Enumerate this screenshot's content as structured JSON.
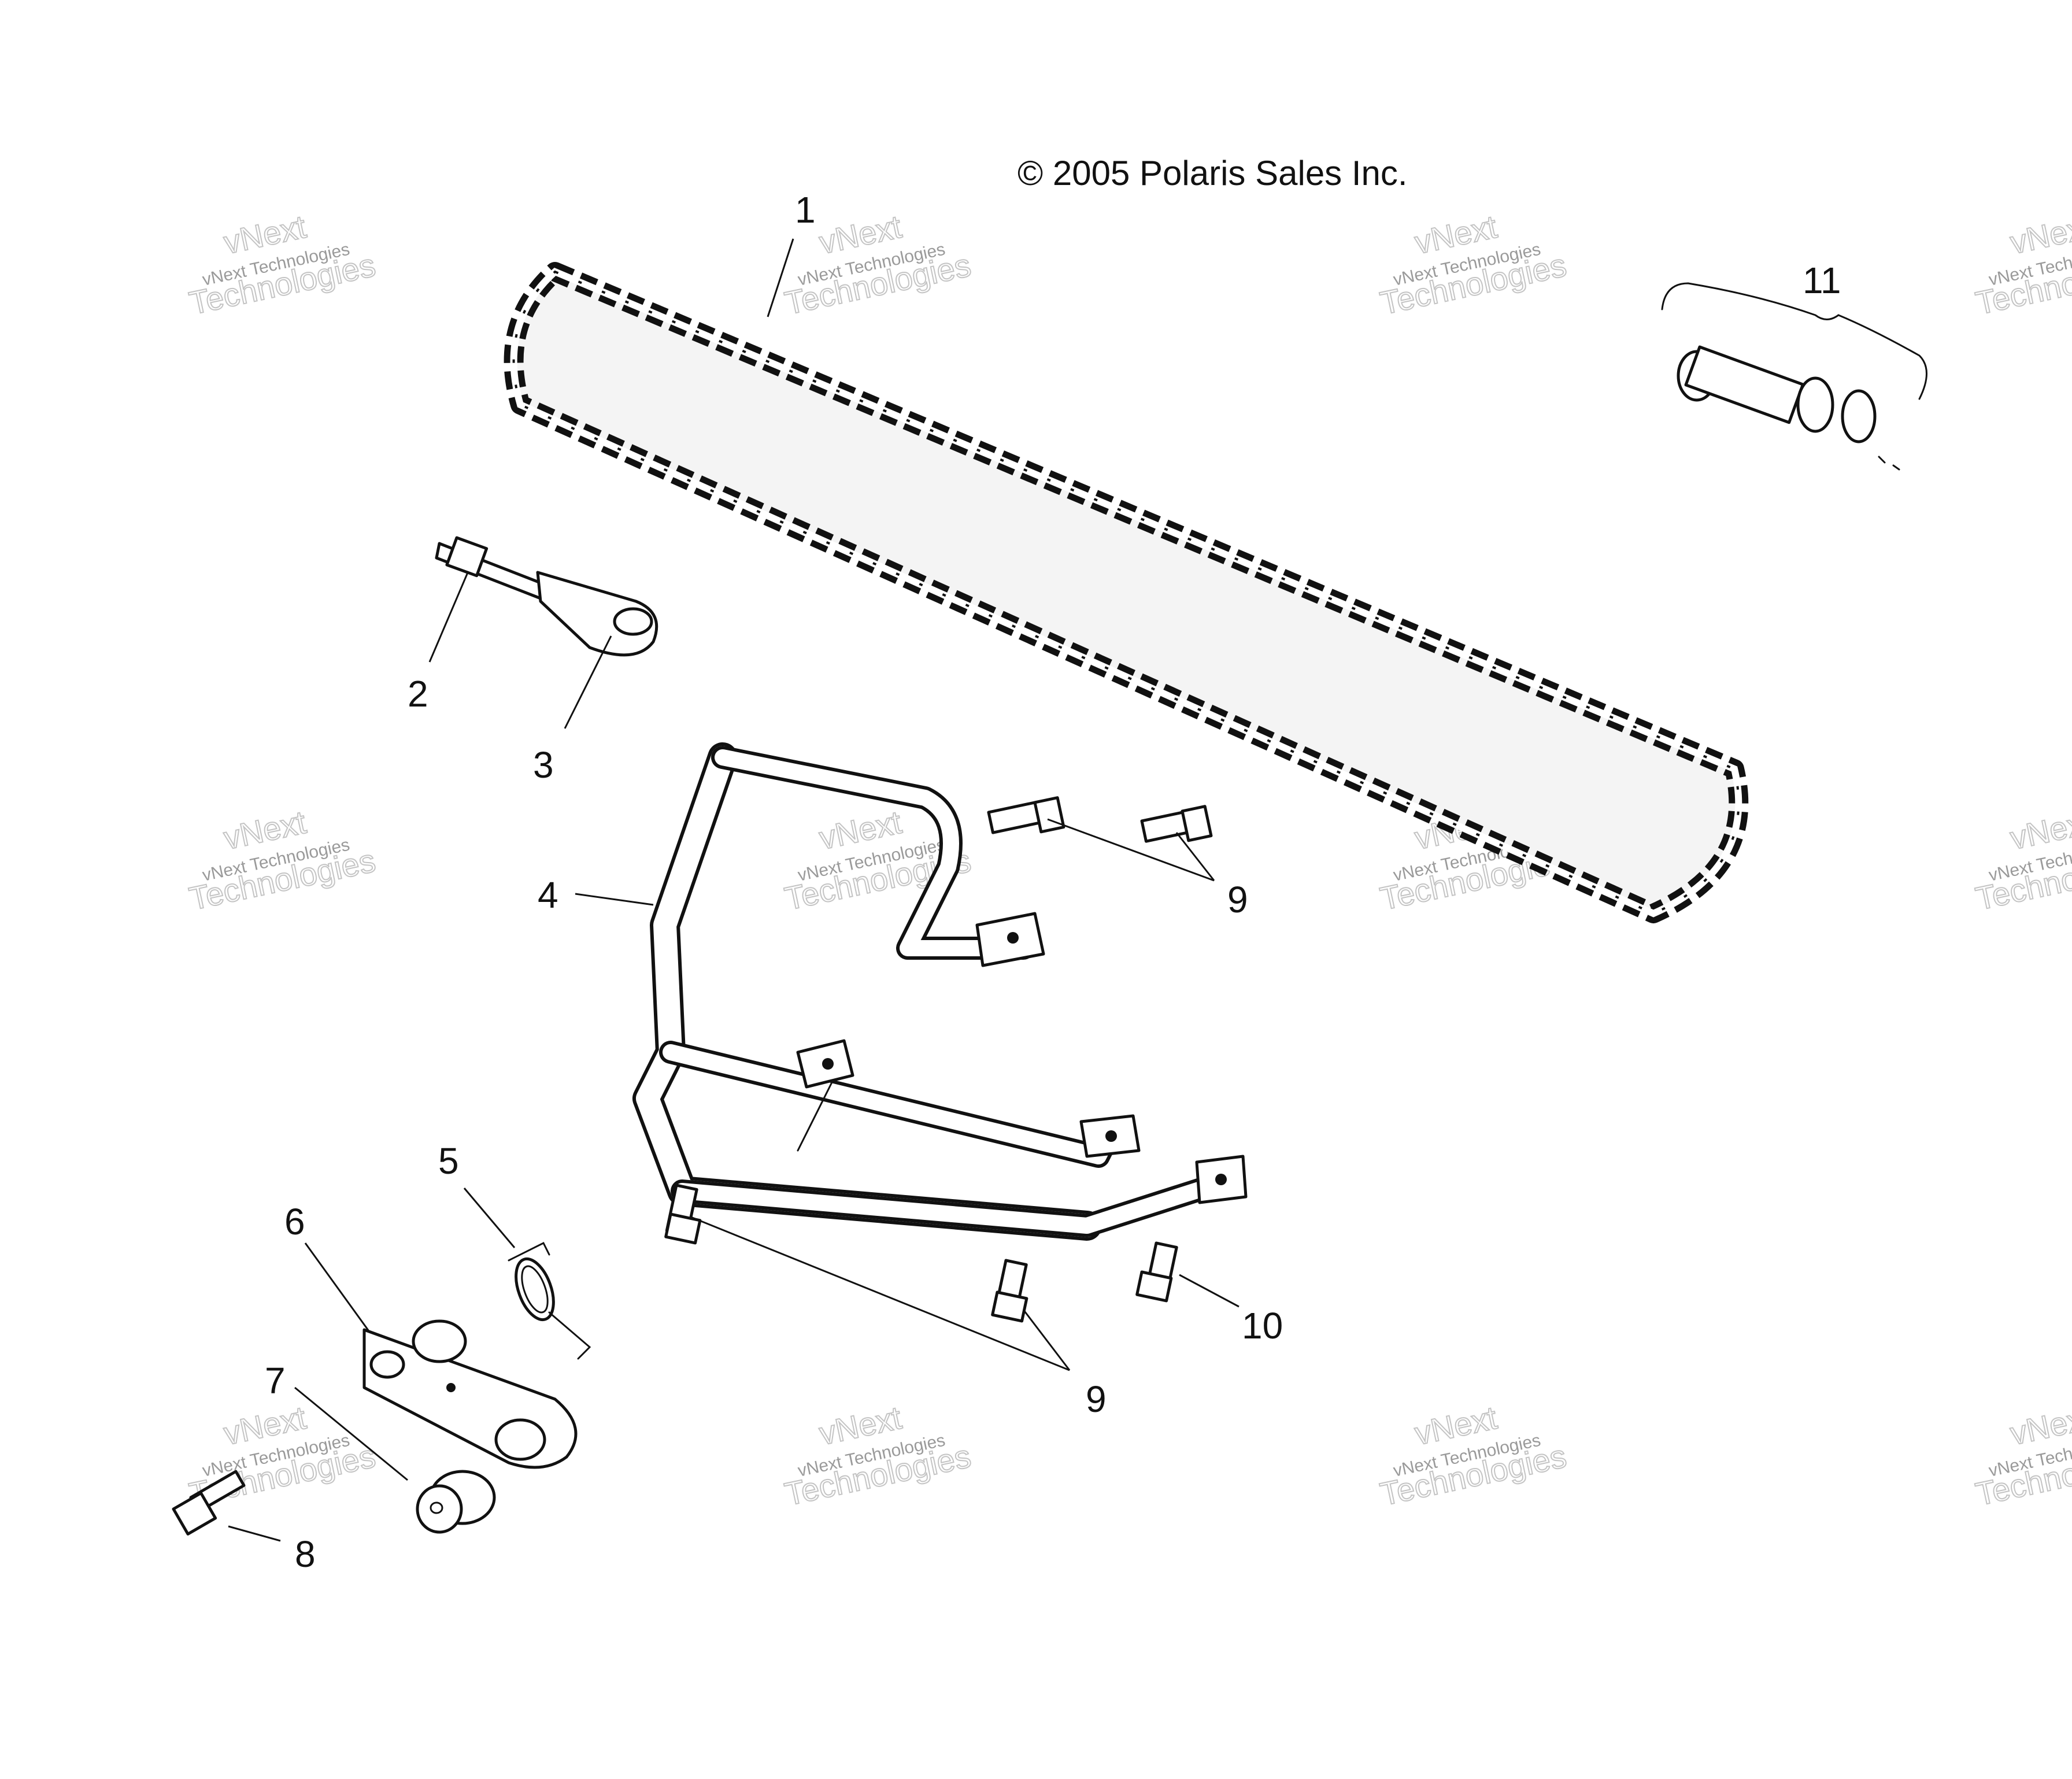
{
  "copyright": "© 2005 Polaris Sales Inc.",
  "watermark": {
    "line_small": "vNext Technologies",
    "line_big_1": "vNext",
    "line_big_2": "Technologies"
  },
  "callouts": {
    "c1": "1",
    "c2": "2",
    "c3": "3",
    "c4": "4",
    "c5": "5",
    "c6": "6",
    "c7": "7",
    "c8": "8",
    "c9a": "9",
    "c9b": "9",
    "c10": "10",
    "c11": "11"
  }
}
